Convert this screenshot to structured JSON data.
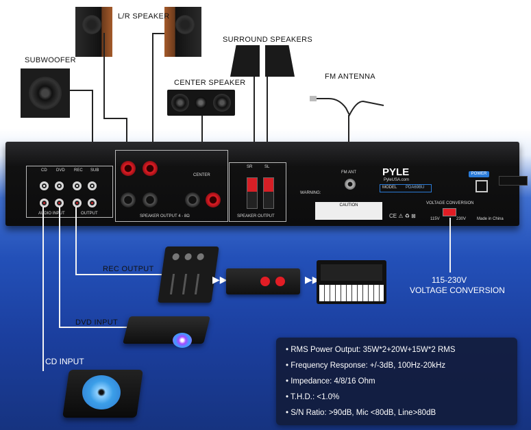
{
  "labels": {
    "lr_speaker": "L/R SPEAKER",
    "subwoofer": "SUBWOOFER",
    "surround": "SURROUND SPEAKERS",
    "center": "CENTER SPEAKER",
    "fm": "FM ANTENNA",
    "rec_output": "REC OUTPUT",
    "dvd_input": "DVD INPUT",
    "cd_input": "CD INPUT",
    "voltage_range": "115-230V",
    "voltage_conv": "VOLTAGE CONVERSION"
  },
  "panel": {
    "cd": "CD",
    "dvd": "DVD",
    "rec": "REC",
    "sub": "SUB",
    "audio_input": "AUDIO INPUT",
    "output": "OUTPUT",
    "speaker_output": "SPEAKER OUTPUT 4 - 8Ω",
    "center": "CENTER",
    "sr": "SR",
    "sl": "SL",
    "speaker_output2": "SPEAKER OUTPUT",
    "fm_ant": "FM ANT",
    "brand": "PYLE",
    "url": "PyleUSA.com",
    "model_label": "MODEL",
    "model": "PDA69BU",
    "warning": "WARNING:",
    "caution": "CAUTION",
    "voltage_conversion": "VOLTAGE CONVERSION",
    "v115": "115V",
    "v230": "230V",
    "made_in": "Made in China",
    "power": "POWER"
  },
  "specs": [
    "RMS Power Output: 35W*2+20W+15W*2 RMS",
    "Frequency Response: +/-3dB, 100Hz-20kHz",
    "Impedance: 4/8/16 Ohm",
    "T.H.D.: <1.0%",
    "S/N Ratio: >90dB, Mic <80dB, Line>80dB"
  ],
  "colors": {
    "accent_red": "#e21d25",
    "panel_blue": "#1b3f9f",
    "power_blue": "#2a7bd8"
  }
}
